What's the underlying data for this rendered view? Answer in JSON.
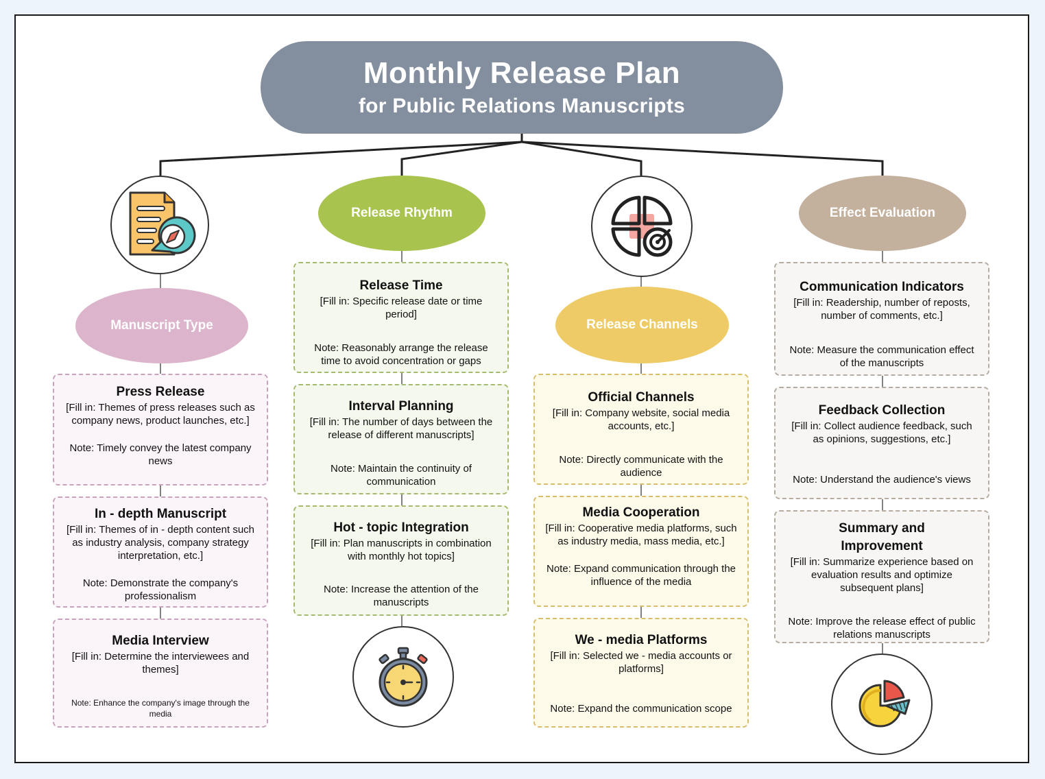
{
  "title": {
    "line1": "Monthly Release Plan",
    "line2": "for Public Relations Manuscripts"
  },
  "colors": {
    "title": "#838e9e",
    "manuscript": "#dcb4cc",
    "rhythm": "#a8c44e",
    "channels": "#eecb66",
    "evaluation": "#c3b09d"
  },
  "branches": [
    {
      "heading": "Manuscript Type",
      "icon": "document-compass-icon",
      "items": [
        {
          "title": "Press Release",
          "fill": "[Fill in: Themes of press releases such as company news, product launches, etc.]",
          "note": "Note: Timely convey the latest company news"
        },
        {
          "title": "In - depth Manuscript",
          "fill": "[Fill in: Themes of in - depth content such as industry analysis, company strategy interpretation, etc.]",
          "note": "Note: Demonstrate the company's professionalism"
        },
        {
          "title": "Media Interview",
          "fill": "[Fill in: Determine the interviewees and themes]",
          "note": "Note: Enhance the company's image through the media"
        }
      ]
    },
    {
      "heading": "Release Rhythm",
      "icon": "stopwatch-icon",
      "items": [
        {
          "title": "Release Time",
          "fill": "[Fill in: Specific release date or time period]",
          "note": "Note: Reasonably arrange the release time to avoid concentration or gaps"
        },
        {
          "title": "Interval Planning",
          "fill": "[Fill in: The number of days between the release of different manuscripts]",
          "note": "Note: Maintain the continuity of communication"
        },
        {
          "title": "Hot - topic Integration",
          "fill": "[Fill in: Plan manuscripts in combination with monthly hot topics]",
          "note": "Note: Increase the attention of the manuscripts"
        }
      ]
    },
    {
      "heading": "Release Channels",
      "icon": "target-grid-icon",
      "items": [
        {
          "title": "Official Channels",
          "fill": "[Fill in: Company website, social media accounts, etc.]",
          "note": "Note: Directly communicate with the audience"
        },
        {
          "title": "Media Cooperation",
          "fill": "[Fill in: Cooperative media platforms, such as industry media, mass media, etc.]",
          "note": "Note: Expand communication through the influence of the media"
        },
        {
          "title": "We - media Platforms",
          "fill": "[Fill in: Selected we - media accounts or platforms]",
          "note": "Note: Expand the communication scope"
        }
      ]
    },
    {
      "heading": "Effect Evaluation",
      "icon": "pie-chart-icon",
      "items": [
        {
          "title": "Communication Indicators",
          "fill": "[Fill in: Readership, number of reposts, number of comments, etc.]",
          "note": "Note: Measure the communication effect of the manuscripts"
        },
        {
          "title": "Feedback Collection",
          "fill": "[Fill in: Collect audience feedback, such as opinions, suggestions, etc.]",
          "note": "Note: Understand the audience's views"
        },
        {
          "title": "Summary and Improvement",
          "fill": "[Fill in: Summarize experience based on evaluation results and optimize subsequent plans]",
          "note": "Note: Improve the release effect of public relations manuscripts"
        }
      ]
    }
  ]
}
